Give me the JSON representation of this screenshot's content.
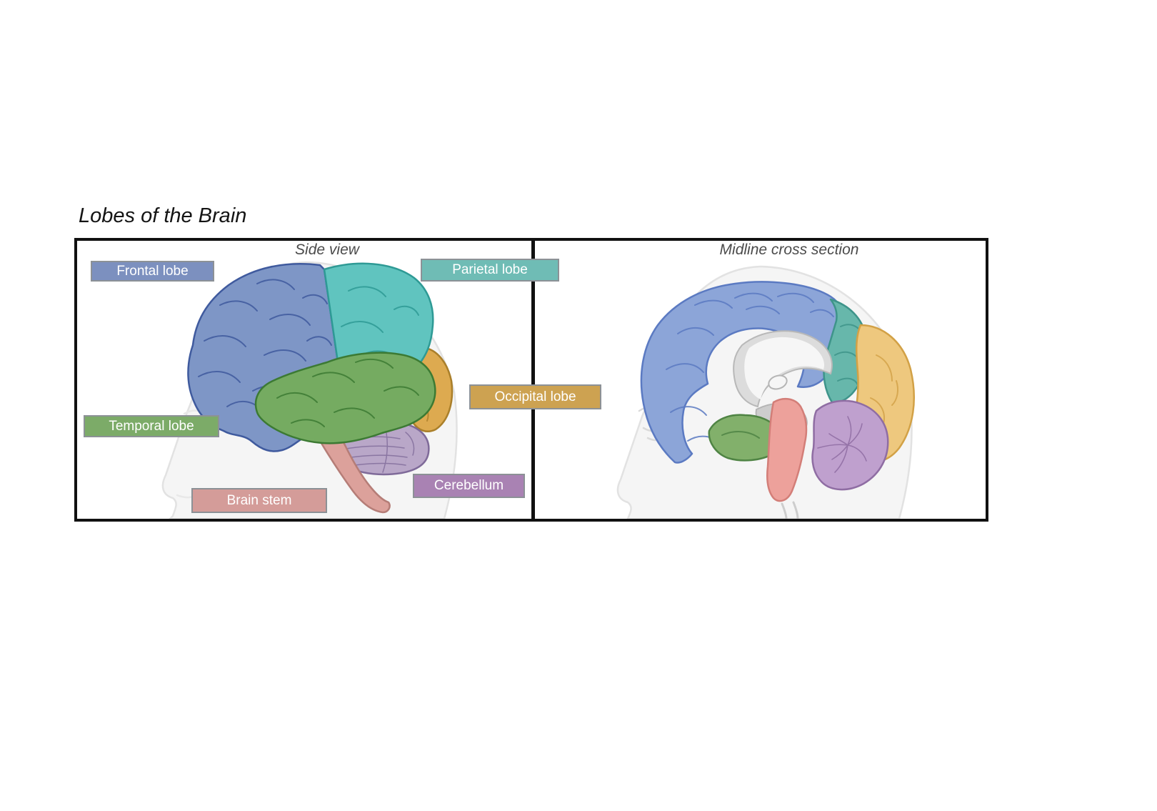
{
  "title": "Lobes of the Brain",
  "panels": {
    "side": {
      "header": "Side view"
    },
    "midline": {
      "header": "Midline cross section"
    }
  },
  "labels": {
    "frontal": {
      "text": "Frontal lobe",
      "bg": "#7c90bf"
    },
    "parietal": {
      "text": "Parietal lobe",
      "bg": "#6fbcb5"
    },
    "occipital": {
      "text": "Occipital lobe",
      "bg": "#cda251"
    },
    "temporal": {
      "text": "Temporal lobe",
      "bg": "#7cab68"
    },
    "brainstem": {
      "text": "Brain stem",
      "bg": "#d49c99"
    },
    "cerebellum": {
      "text": "Cerebellum",
      "bg": "#a982b3"
    }
  },
  "colors": {
    "panel_border": "#111111",
    "label_border": "#8c9196",
    "label_text": "#ffffff",
    "title_text": "#141414",
    "caption_text": "#4b4b4b",
    "side": {
      "head": "#f5f5f5",
      "head_stroke": "#e2e2e2",
      "face_detail": "#e8e8e8",
      "frontal": "#7e96c6",
      "frontal_stroke": "#3f5a9e",
      "parietal": "#60c4bf",
      "parietal_stroke": "#2e9a95",
      "occipital": "#ddaa50",
      "occipital_stroke": "#aa7f2a",
      "temporal": "#75ab61",
      "temporal_stroke": "#3c7a33",
      "cerebellum": "#b9a7c8",
      "cerebellum_stroke": "#7f6a99",
      "brainstem": "#dca19b",
      "brainstem_stroke": "#b57d77"
    },
    "midline": {
      "head": "#f5f5f5",
      "head_stroke": "#e2e2e2",
      "face_detail": "#dadada",
      "frontal": "#8ca5d8",
      "frontal_stroke": "#5b7ac2",
      "parietal": "#67b7ab",
      "parietal_stroke": "#3e948a",
      "occipital": "#eec87e",
      "occipital_stroke": "#d2a146",
      "temporal": "#82b06b",
      "temporal_stroke": "#4f8444",
      "brainstem": "#eda19b",
      "brainstem_stroke": "#d37e78",
      "cerebellum": "#bfa0ce",
      "cerebellum_stroke": "#8f6da3",
      "callosum": "#dcdcdc",
      "callosum_stroke": "#b8b8b8",
      "inner_gray": "#cdcdcd",
      "inner_gray_stroke": "#b5b5b5",
      "ventricle_white": "#f6f6f6"
    }
  }
}
